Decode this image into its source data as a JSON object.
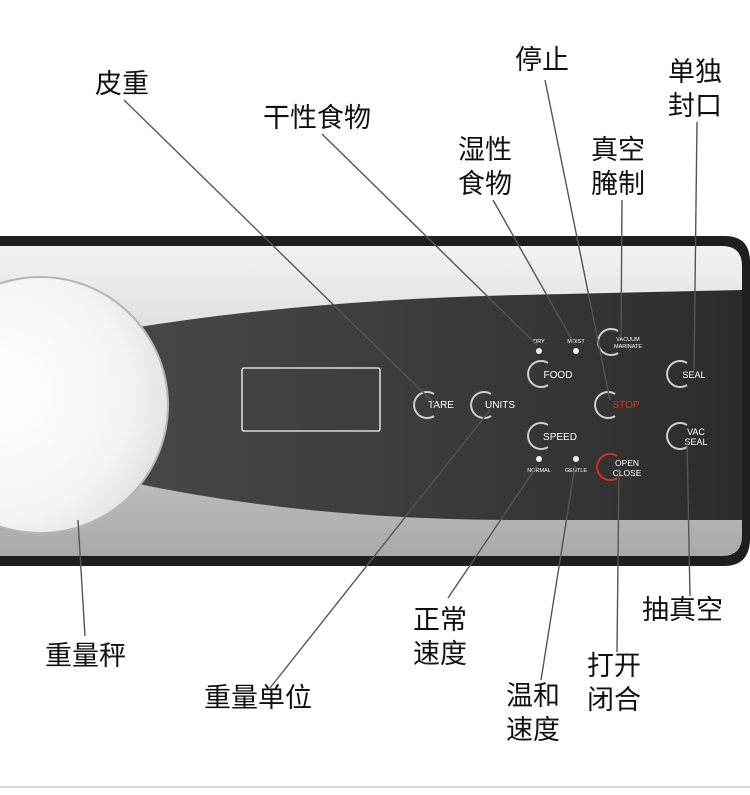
{
  "callouts": {
    "tare": "皮重",
    "dry_food": "干性食物",
    "moist_food_1": "湿性",
    "moist_food_2": "食物",
    "stop": "停止",
    "vacuum_marinate_1": "真空",
    "vacuum_marinate_2": "腌制",
    "seal_only_1": "单独",
    "seal_only_2": "封口",
    "vacuum": "抽真空",
    "open_close_1": "打开",
    "open_close_2": "闭合",
    "gentle_speed_1": "温和",
    "gentle_speed_2": "速度",
    "normal_speed_1": "正常",
    "normal_speed_2": "速度",
    "weight_units": "重量单位",
    "scale": "重量秤"
  },
  "buttons": {
    "tare": "TARE",
    "units": "UNITS",
    "food": "FOOD",
    "speed": "SPEED",
    "stop": "STOP",
    "open_1": "OPEN",
    "close_1": "CLOSE",
    "vacuum_1": "VACUUM",
    "marinate_1": "MARINATE",
    "seal": "SEAL",
    "vac_1": "VAC",
    "seal_2": "SEAL"
  },
  "indicators": {
    "dry": "DRY",
    "moist": "MOIST",
    "normal": "NORMAL",
    "gentle": "GENTLE"
  },
  "colors": {
    "panel_dark": "#3c3c3c",
    "stop_red": "#e53020",
    "rim": "#262626"
  }
}
